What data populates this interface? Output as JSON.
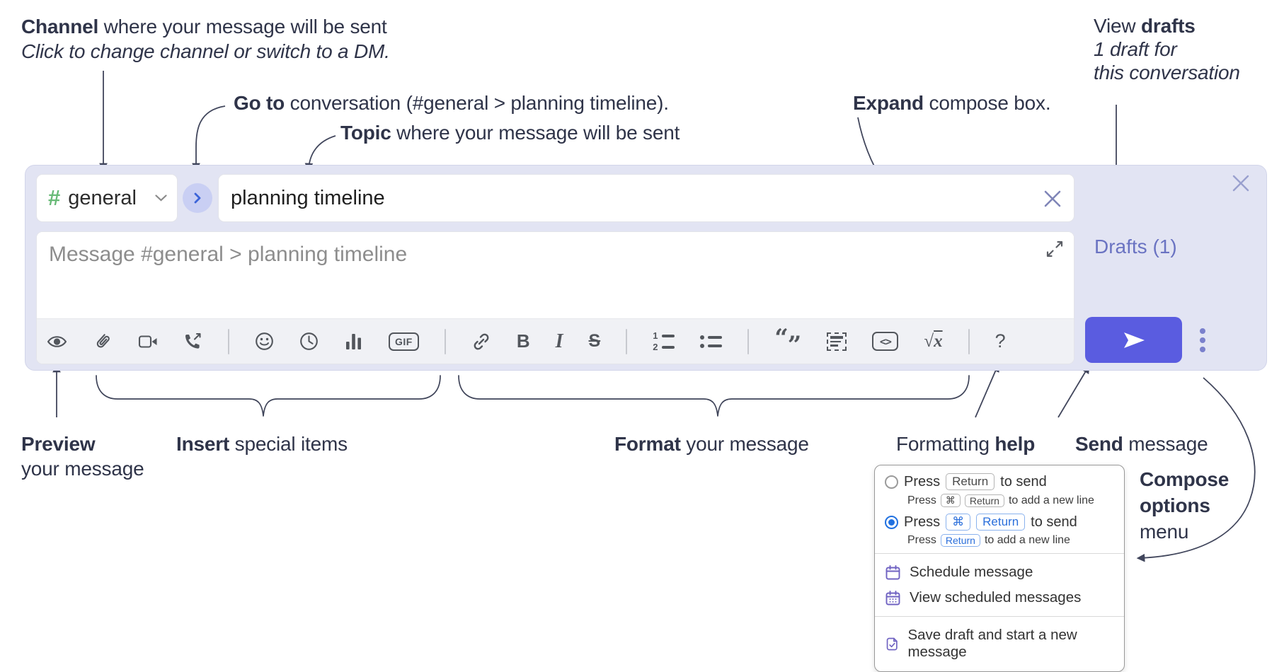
{
  "annotations": {
    "channel_line1_bold": "Channel",
    "channel_line1_rest": " where your message will be sent",
    "channel_line2": "Click to change channel or switch to a DM.",
    "goto_bold": "Go to",
    "goto_rest": " conversation (#general > planning timeline).",
    "topic_bold": "Topic",
    "topic_rest": " where your message will be sent",
    "expand_bold": "Expand",
    "expand_rest": " compose box.",
    "drafts_line1_pre": "View ",
    "drafts_line1_bold": "drafts",
    "drafts_line2": "1 draft for",
    "drafts_line3": "this conversation",
    "preview_bold": "Preview",
    "preview_line2": "your message",
    "insert_bold": "Insert",
    "insert_rest": " special items",
    "format_bold": "Format",
    "format_rest": " your message",
    "help_pre": "Formatting ",
    "help_bold": "help",
    "send_bold": "Send",
    "send_rest": " message",
    "options_bold1": "Compose",
    "options_bold2": "options",
    "options_line3": "menu"
  },
  "compose": {
    "channel": {
      "hash": "#",
      "name": "general"
    },
    "topic": {
      "value": "planning timeline"
    },
    "message": {
      "placeholder": "Message #general > planning timeline"
    },
    "drafts_link": "Drafts (1)",
    "toolbar": {
      "gif": "GIF",
      "bold": "B",
      "italic": "I",
      "strike": "S",
      "ol1": "1",
      "ol2": "2",
      "quote_open": "“",
      "quote_close": "”",
      "code": "<>",
      "sqrt": "√",
      "x": "x",
      "help": "?"
    }
  },
  "menu": {
    "option1": {
      "pre": "Press",
      "key": "Return",
      "post": "to send",
      "sub_pre": "Press",
      "sub_key1": "⌘",
      "sub_key2": "Return",
      "sub_post": "to add a new line"
    },
    "option2": {
      "pre": "Press",
      "key1": "⌘",
      "key2": "Return",
      "post": "to send",
      "sub_pre": "Press",
      "sub_key": "Return",
      "sub_post": "to add a new line"
    },
    "items": [
      {
        "label": "Schedule message"
      },
      {
        "label": "View scheduled messages"
      },
      {
        "label": "Save draft and start a new message"
      }
    ]
  },
  "colors": {
    "send_accent": "#5a5ce0",
    "container_bg": "#e2e4f3",
    "drafts_link": "#6a73c2",
    "hash_green": "#68ba77",
    "radio_blue": "#2171e0",
    "menu_icon_purple": "#7063c2"
  }
}
